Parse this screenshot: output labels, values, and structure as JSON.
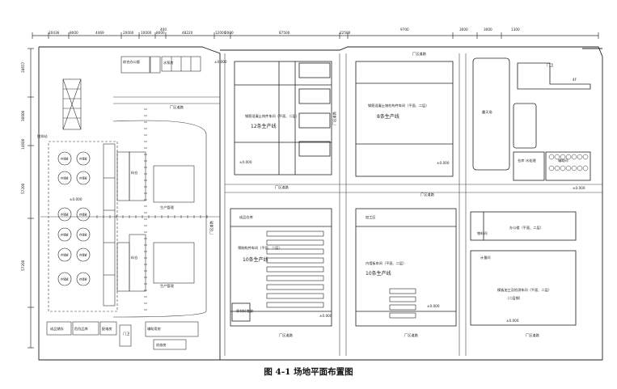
{
  "caption": "图 4-1  场地平面布置图",
  "top_dims": [
    "20436",
    "8000",
    "4469",
    "20000",
    "10000",
    "8000",
    "400",
    "48220",
    "12000",
    "2000",
    "87500",
    "22500",
    "9700",
    "3000",
    "3000",
    "1300"
  ],
  "elevations": [
    "±0.000",
    "±0.000",
    "±0.000",
    "±0.000",
    "±0.000",
    "±0.000",
    "±0.000",
    "±0.000"
  ],
  "left_dims": [
    "28657",
    "30000",
    "14600",
    "57200",
    "57200"
  ],
  "buildings": {
    "b12": {
      "name": "钢筋混凝土构件车间（平面、二层）",
      "line": "12条生产线"
    },
    "b8": {
      "name": "钢筋混凝土墩柱构件车间（平面、二层）",
      "line": "8条生产线"
    },
    "b10a": {
      "name": "预制构件车间（平面、二层）",
      "line": "10条生产线"
    },
    "b10b": {
      "name": "内墙板车间（平面、二层）",
      "line": "10条生产线"
    },
    "office": {
      "name": "办公楼（平面、二层）"
    },
    "mould": {
      "name": "模板加工及检测车间（平面、二层）",
      "sub": "（二层钢）"
    },
    "square": {
      "name": "露天场"
    },
    "court": {
      "name": "4F"
    }
  },
  "small_labels": [
    "成品储存",
    "厂区道路",
    "厂区道路",
    "厂区道路",
    "厂区道路",
    "厂区道路",
    "厂区道路",
    "厂区道路",
    "厂区道路",
    "厂区道路",
    "综合办公楼",
    "水泵房",
    "门卫",
    "搅拌站",
    "生产管理",
    "生产管理",
    "危险品库",
    "配电房",
    "辅助用房",
    "机修房",
    "料仓",
    "料仓",
    "门卫",
    "仓库",
    "原材料堆放",
    "成品仓库",
    "加工区",
    "物料间",
    "计量间",
    "水处理",
    "辅助间"
  ],
  "silo_label": "存储罐"
}
